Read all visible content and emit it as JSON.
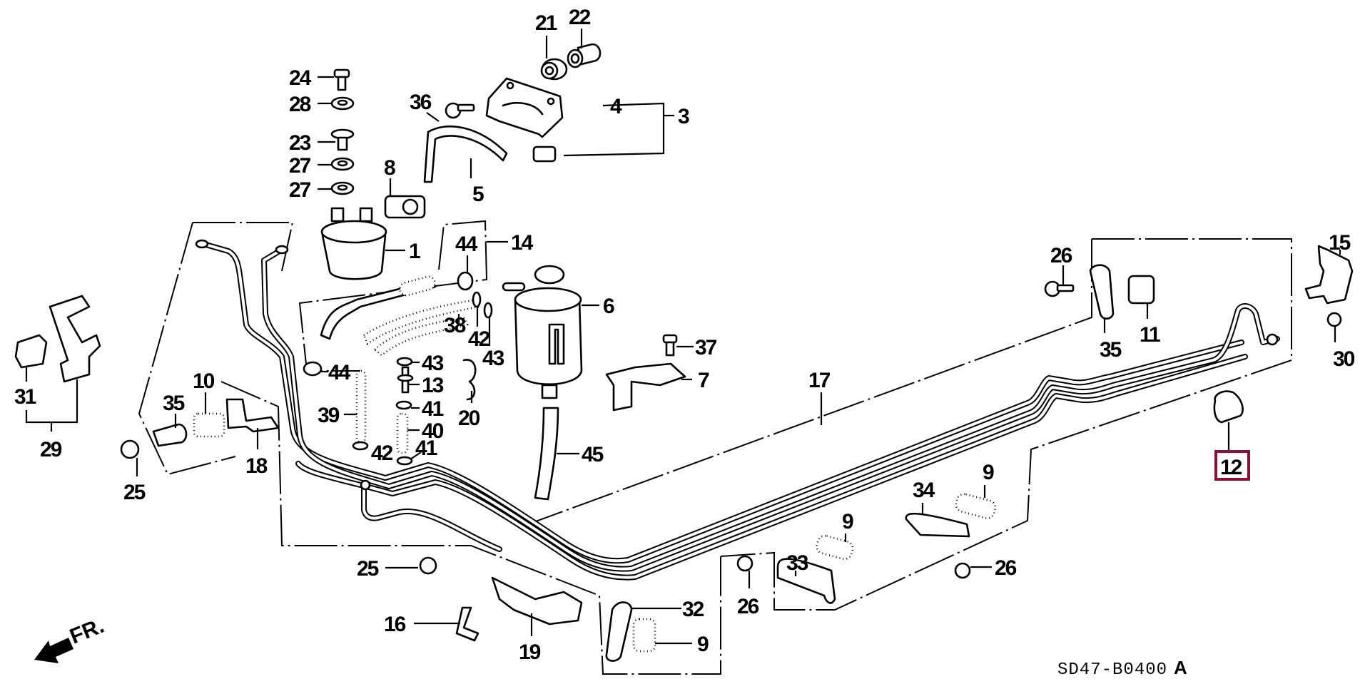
{
  "diagram": {
    "title": "Fuel pipe / canister parts diagram",
    "reference_code": "SD47-B0400",
    "reference_suffix": "A",
    "direction_label": "FR.",
    "highlight_color": "#8e0f35",
    "highlighted_part": "12",
    "callouts": [
      {
        "id": "c21",
        "label": "21"
      },
      {
        "id": "c22",
        "label": "22"
      },
      {
        "id": "c24",
        "label": "24"
      },
      {
        "id": "c28",
        "label": "28"
      },
      {
        "id": "c23",
        "label": "23"
      },
      {
        "id": "c27a",
        "label": "27"
      },
      {
        "id": "c27b",
        "label": "27"
      },
      {
        "id": "c36",
        "label": "36"
      },
      {
        "id": "c8",
        "label": "8"
      },
      {
        "id": "c5",
        "label": "5"
      },
      {
        "id": "c4",
        "label": "4"
      },
      {
        "id": "c3",
        "label": "3"
      },
      {
        "id": "c1",
        "label": "1"
      },
      {
        "id": "c44a",
        "label": "44"
      },
      {
        "id": "c14",
        "label": "14"
      },
      {
        "id": "c6",
        "label": "6"
      },
      {
        "id": "c38",
        "label": "38"
      },
      {
        "id": "c42a",
        "label": "42"
      },
      {
        "id": "c43a",
        "label": "43"
      },
      {
        "id": "c44b",
        "label": "44"
      },
      {
        "id": "c43b",
        "label": "43"
      },
      {
        "id": "c13",
        "label": "13"
      },
      {
        "id": "c41a",
        "label": "41"
      },
      {
        "id": "c40",
        "label": "40"
      },
      {
        "id": "c41b",
        "label": "41"
      },
      {
        "id": "c42b",
        "label": "42"
      },
      {
        "id": "c39",
        "label": "39"
      },
      {
        "id": "c20",
        "label": "20"
      },
      {
        "id": "c45",
        "label": "45"
      },
      {
        "id": "c37",
        "label": "37"
      },
      {
        "id": "c7",
        "label": "7"
      },
      {
        "id": "c17",
        "label": "17"
      },
      {
        "id": "c26a",
        "label": "26"
      },
      {
        "id": "c35a",
        "label": "35"
      },
      {
        "id": "c11",
        "label": "11"
      },
      {
        "id": "c15",
        "label": "15"
      },
      {
        "id": "c30",
        "label": "30"
      },
      {
        "id": "c12",
        "label": "12"
      },
      {
        "id": "c31",
        "label": "31"
      },
      {
        "id": "c29",
        "label": "29"
      },
      {
        "id": "c35b",
        "label": "35"
      },
      {
        "id": "c10",
        "label": "10"
      },
      {
        "id": "c25a",
        "label": "25"
      },
      {
        "id": "c18",
        "label": "18"
      },
      {
        "id": "c25b",
        "label": "25"
      },
      {
        "id": "c16",
        "label": "16"
      },
      {
        "id": "c19",
        "label": "19"
      },
      {
        "id": "c32",
        "label": "32"
      },
      {
        "id": "c9a",
        "label": "9"
      },
      {
        "id": "c26b",
        "label": "26"
      },
      {
        "id": "c33",
        "label": "33"
      },
      {
        "id": "c9b",
        "label": "9"
      },
      {
        "id": "c34",
        "label": "34"
      },
      {
        "id": "c9c",
        "label": "9"
      },
      {
        "id": "c26c",
        "label": "26"
      }
    ]
  }
}
